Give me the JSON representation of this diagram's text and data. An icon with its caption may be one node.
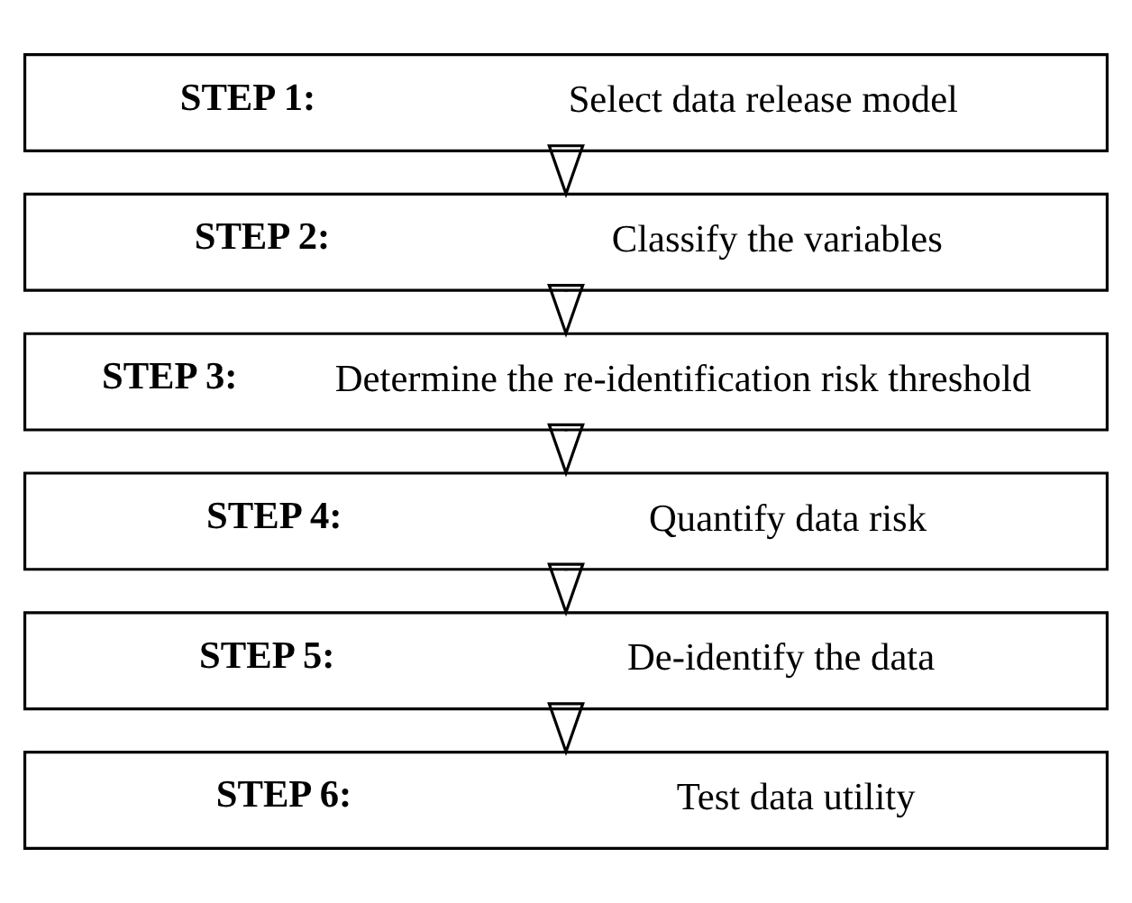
{
  "diagram": {
    "nodes": [
      {
        "text": [
          "**STEP 1:** Select data release model"
        ]
      },
      {
        "text": [
          "**STEP 2:** Classify the variables"
        ]
      },
      {
        "text": [
          "**STEP 3:** Determine the re-identification risk threshold"
        ]
      },
      {
        "text": [
          "**STEP 4:** Quantify data risk"
        ]
      },
      {
        "text": [
          "**STEP 5:** De-identify the data"
        ]
      },
      {
        "text": [
          "**STEP 6:** Test data utility"
        ]
      }
    ],
    "edges": [
      {
        "from": 0,
        "to": 1,
        "arrow": "to"
      },
      {
        "from": 1,
        "to": 2,
        "arrow": "to"
      },
      {
        "from": 2,
        "to": 3,
        "arrow": "to"
      },
      {
        "from": 3,
        "to": 4,
        "arrow": "to"
      },
      {
        "from": 4,
        "to": 5,
        "arrow": "to"
      }
    ]
  }
}
